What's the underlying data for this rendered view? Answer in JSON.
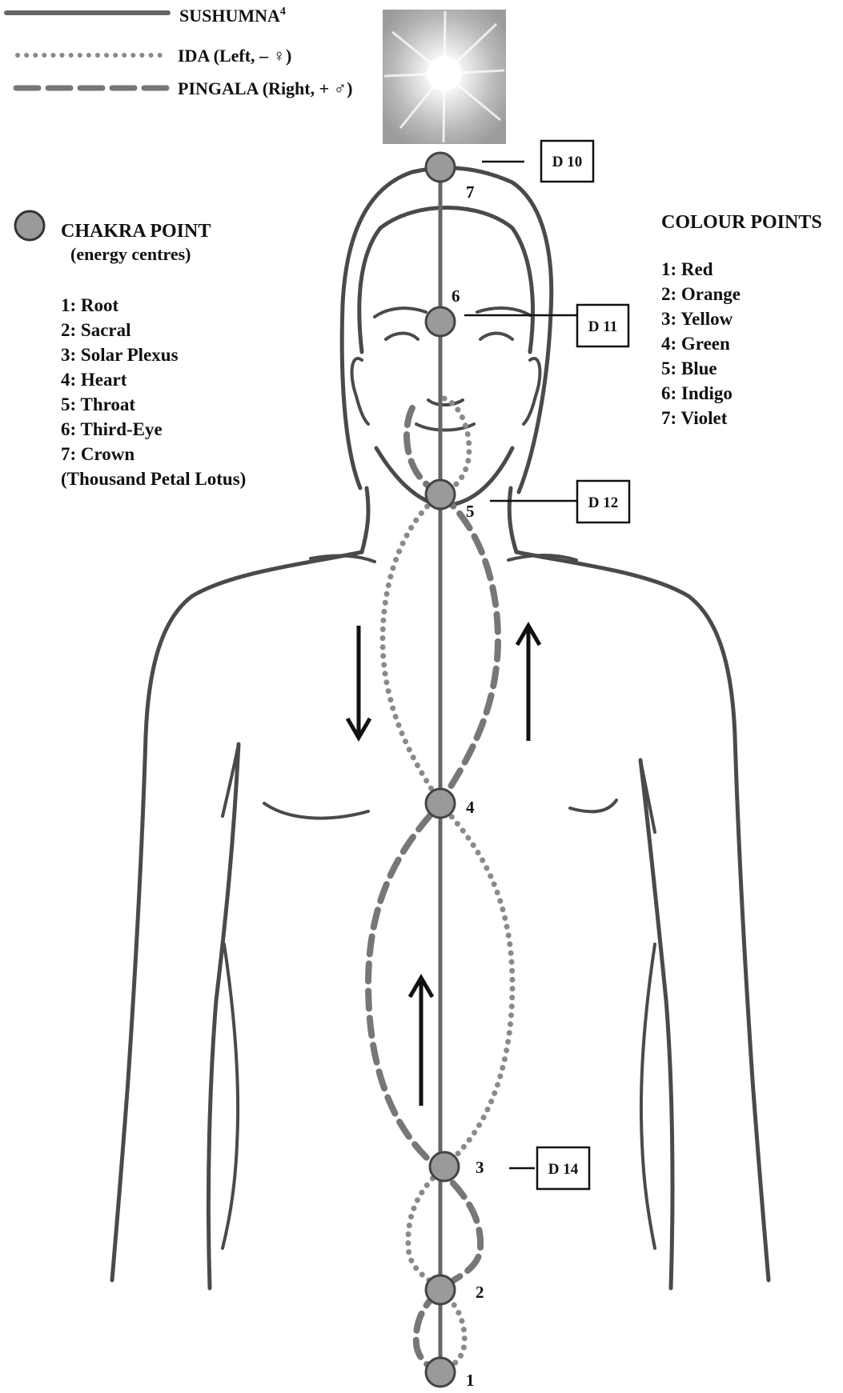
{
  "legend": {
    "sushumna_label": "SUSHUMNA",
    "sushumna_sup": "4",
    "ida_label": "IDA  (Left, – ♀)",
    "pingala_label": "PINGALA  (Right, + ♂)"
  },
  "chakra_legend": {
    "title": "CHAKRA POINT",
    "subtitle": "(energy centres)",
    "items": [
      "1: Root",
      "2: Sacral",
      "3: Solar Plexus",
      "4: Heart",
      "5: Throat",
      "6: Third-Eye",
      "7: Crown",
      "(Thousand Petal Lotus)"
    ]
  },
  "colour_legend": {
    "title": "COLOUR POINTS",
    "items": [
      "1: Red",
      "2: Orange",
      "3: Yellow",
      "4: Green",
      "5: Blue",
      "6: Indigo",
      "7: Violet"
    ]
  },
  "chakra_numbers": [
    "1",
    "2",
    "3",
    "4",
    "5",
    "6",
    "7"
  ],
  "boxes": [
    "D 10",
    "D 11",
    "D 12",
    "D 14"
  ],
  "colors": {
    "chakra_fill": "#9a9a9a",
    "line": "#555555",
    "ida": "#8a8a8a",
    "pingala": "#777777"
  },
  "icons": [
    "light-burst-icon",
    "arrow-down-icon",
    "arrow-up-icon"
  ]
}
